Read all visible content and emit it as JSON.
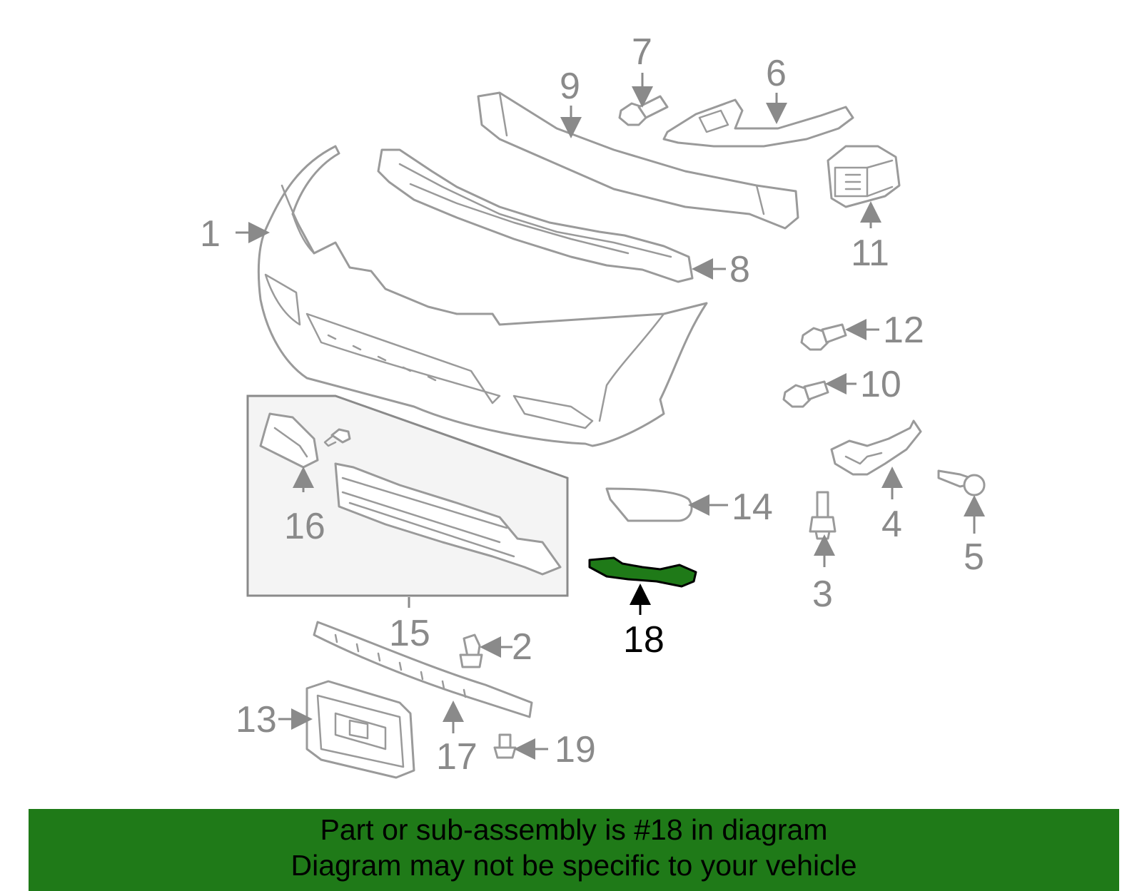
{
  "diagram": {
    "highlighted_part": "18",
    "highlight_color": "#1f7a18",
    "callouts": [
      "1",
      "2",
      "3",
      "4",
      "5",
      "6",
      "7",
      "8",
      "9",
      "10",
      "11",
      "12",
      "13",
      "14",
      "15",
      "16",
      "17",
      "18",
      "19"
    ]
  },
  "caption": {
    "line1": "Part or sub-assembly is #18 in diagram",
    "line2": "Diagram may not be specific to your vehicle",
    "background": "#1f7a18"
  }
}
